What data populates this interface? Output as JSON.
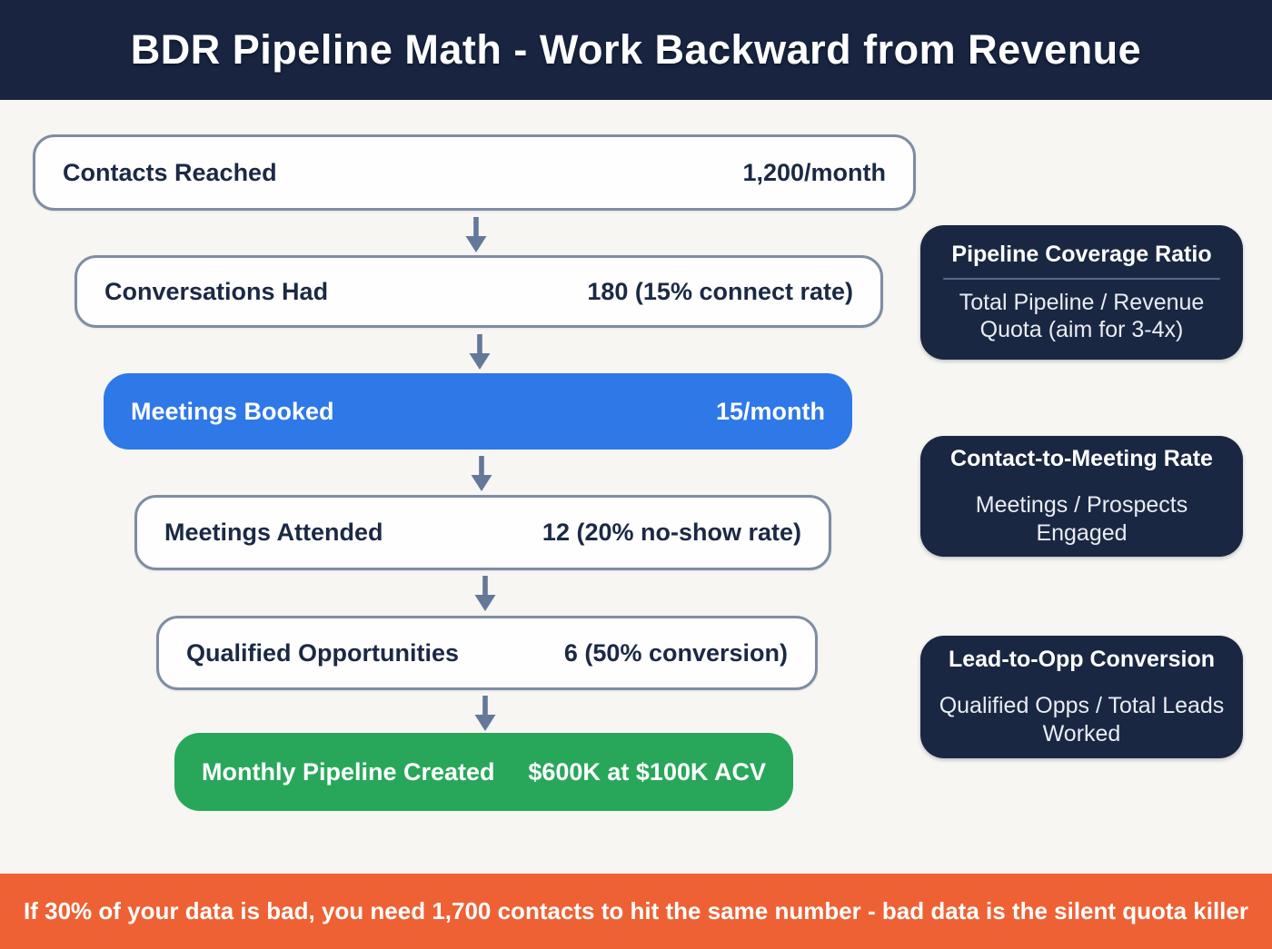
{
  "header": {
    "title": "BDR Pipeline Math - Work Backward from Revenue"
  },
  "funnel": {
    "steps": [
      {
        "label": "Contacts Reached",
        "value": "1,200/month",
        "variant": "outline"
      },
      {
        "label": "Conversations Had",
        "value": "180 (15% connect rate)",
        "variant": "outline"
      },
      {
        "label": "Meetings Booked",
        "value": "15/month",
        "variant": "blue"
      },
      {
        "label": "Meetings Attended",
        "value": "12 (20% no-show rate)",
        "variant": "outline"
      },
      {
        "label": "Qualified Opportunities",
        "value": "6 (50% conversion)",
        "variant": "outline"
      },
      {
        "label": "Monthly Pipeline Created",
        "value": "$600K at $100K ACV",
        "variant": "green"
      }
    ]
  },
  "metric_cards": [
    {
      "title": "Pipeline Coverage Ratio",
      "body": "Total Pipeline / Revenue Quota (aim for 3-4x)"
    },
    {
      "title": "Contact-to-Meeting Rate",
      "body": "Meetings / Prospects Engaged"
    },
    {
      "title": "Lead-to-Opp Conversion",
      "body": "Qualified Opps / Total Leads Worked"
    }
  ],
  "footer": {
    "note": "If 30% of your data is bad, you need 1,700 contacts to hit the same number - bad data is the silent quota killer"
  },
  "colors": {
    "header_navy": "#182440",
    "card_navy": "#1a2742",
    "highlight_blue": "#2e78e8",
    "success_green": "#28a75b",
    "banner_orange": "#ee6134",
    "box_border_slate": "#7e8da3",
    "arrow_slate": "#64789a",
    "text_navy": "#1b2945",
    "page_background": "#f7f6f3"
  }
}
